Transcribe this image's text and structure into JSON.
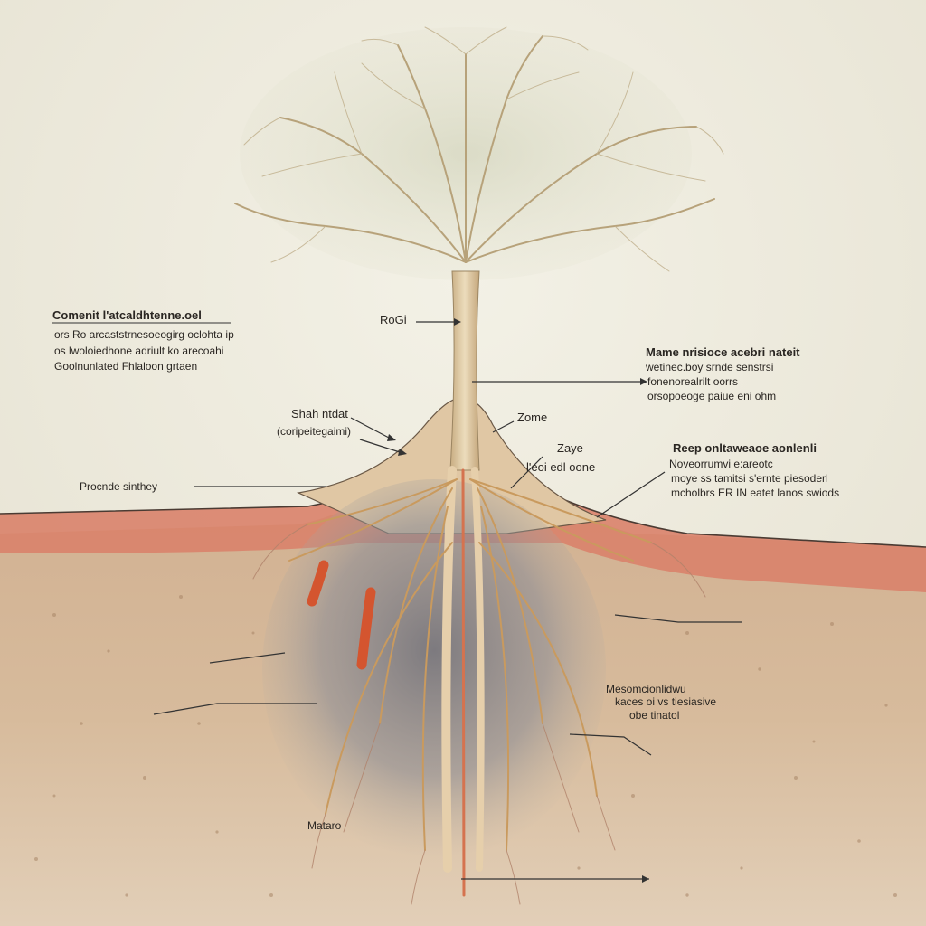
{
  "diagram": {
    "labels": {
      "left_title": "Comenit l'atcaldhtenne.oel",
      "left_line2": "ors Ro arcaststrnesoeogirg oclohta ip",
      "left_line3": "os lwoloiedhone adriult ko arecoahi",
      "left_line4": "Goolnunlated Fhlaloon grtaen",
      "roci": "RoGi",
      "mame_title": "Mame nrisioce acebri nateit",
      "mame_line2": "wetinec.boy srnde senstrsi",
      "mame_line3": "fonenorealrilt oorrs",
      "mame_line4": "orsopoeoge paiue eni ohm",
      "shah_1": "Shah ntdat",
      "shah_2": "(coripeitegaimi)",
      "zome": "Zome",
      "zaye_1": "Zaye",
      "zaye_2": "l'eoi edl oone",
      "proche": "Procnde sinthey",
      "reep_title": "Reep onltaweaoe aonlenli",
      "reep_line2": "Noveorrumvi e:areotc",
      "reep_line3": "moye ss tamitsi s'ernte piesoderl",
      "reep_line4": "mcholbrs ER IN eatet lanos swiods",
      "mid_1": "Mesomcionlidwu",
      "mid_2": "kaces oi vs tiesiasive",
      "mid_3": "obe tinatol",
      "mataro": "Mataro"
    }
  }
}
